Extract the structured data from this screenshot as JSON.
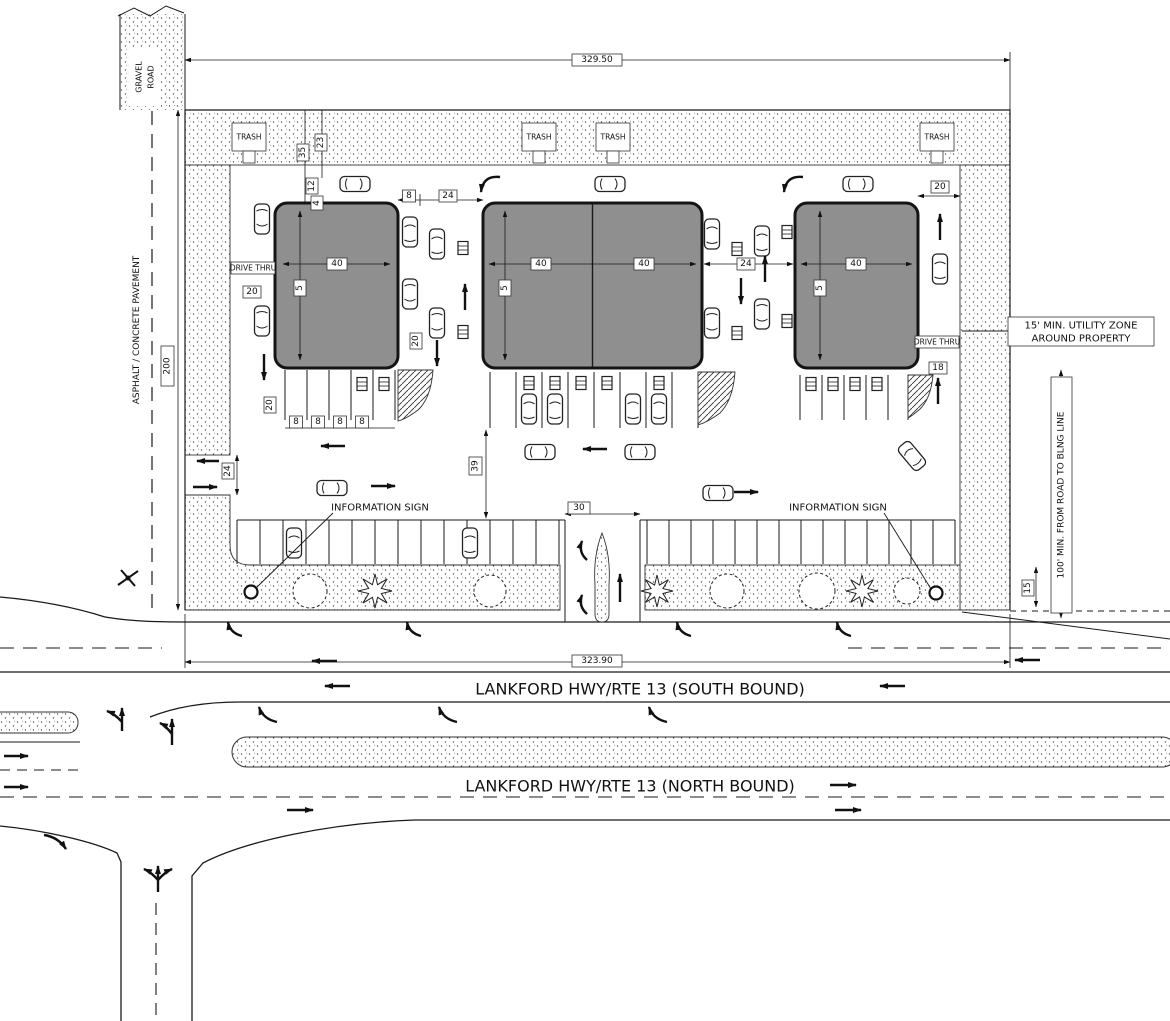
{
  "drawing": {
    "type": "commercial-site-plan"
  },
  "labels": {
    "gravel": "GRAVEL",
    "road": "ROAD",
    "asphalt_pavement": "ASPHALT / CONCRETE PAVEMENT",
    "trash": "TRASH",
    "drive_thru": "DRIVE THRU",
    "information_sign": "INFORMATION SIGN",
    "utility_zone_line1": "15' MIN. UTILITY ZONE",
    "utility_zone_line2": "AROUND PROPERTY",
    "setback_note": "100' MIN. FROM ROAD TO BLNG LINE",
    "hwy_south": "LANKFORD HWY/RTE 13 (SOUTH BOUND)",
    "hwy_north": "LANKFORD HWY/RTE 13 (NORTH BOUND)"
  },
  "dims": {
    "site_top_width": "329.50",
    "site_frontage_width": "323.90",
    "site_depth": "200",
    "bldg_width": "40",
    "bldg_depth_unit": "5",
    "stall_width": "8",
    "aisle_24": "24",
    "lane_20": "20",
    "dim_35": "35",
    "dim_23": "23",
    "dim_12": "12",
    "dim_4": "4",
    "dim_39": "39",
    "entrance_30": "30",
    "dim_18": "18",
    "dim_15": "15"
  },
  "colors": {
    "building_fill": "#8f8f8f",
    "linework": "#1a1a1a",
    "paper": "#ffffff"
  }
}
